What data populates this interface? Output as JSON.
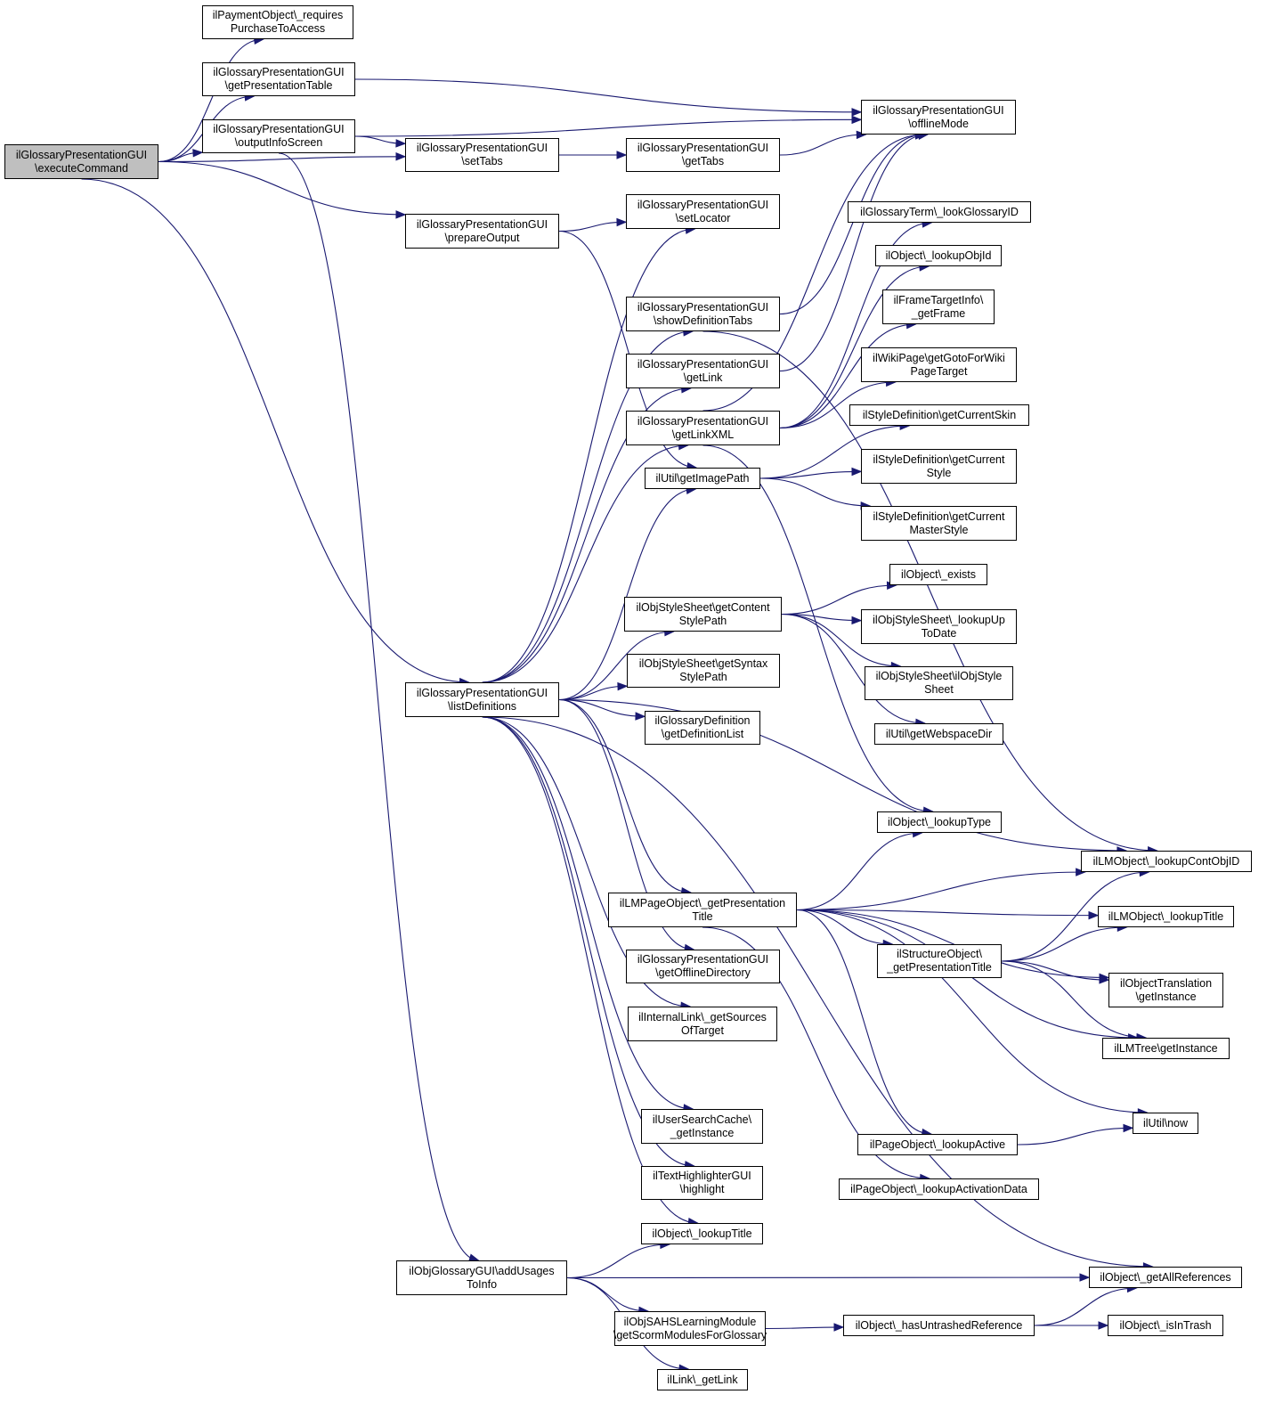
{
  "diagram": {
    "colors": {
      "edge": "#191970",
      "root_fill": "#bfbfbf",
      "node_fill": "#ffffff",
      "node_border": "#000000"
    },
    "nodes": [
      {
        "id": "n0",
        "lines": [
          "ilGlossaryPresentationGUI",
          "\\executeCommand"
        ],
        "root": true
      },
      {
        "id": "n1",
        "lines": [
          "ilPaymentObject\\_requires",
          "PurchaseToAccess"
        ]
      },
      {
        "id": "n2",
        "lines": [
          "ilGlossaryPresentationGUI",
          "\\getPresentationTable"
        ]
      },
      {
        "id": "n3",
        "lines": [
          "ilGlossaryPresentationGUI",
          "\\outputInfoScreen"
        ]
      },
      {
        "id": "n4",
        "lines": [
          "ilGlossaryPresentationGUI",
          "\\setTabs"
        ]
      },
      {
        "id": "n5",
        "lines": [
          "ilGlossaryPresentationGUI",
          "\\getTabs"
        ]
      },
      {
        "id": "n6",
        "lines": [
          "ilGlossaryPresentationGUI",
          "\\offlineMode"
        ]
      },
      {
        "id": "n7",
        "lines": [
          "ilGlossaryPresentationGUI",
          "\\prepareOutput"
        ]
      },
      {
        "id": "n8",
        "lines": [
          "ilGlossaryPresentationGUI",
          "\\setLocator"
        ]
      },
      {
        "id": "n9",
        "lines": [
          "ilGlossaryTerm\\_lookGlossaryID"
        ]
      },
      {
        "id": "n10",
        "lines": [
          "ilObject\\_lookupObjId"
        ]
      },
      {
        "id": "n11",
        "lines": [
          "ilFrameTargetInfo\\",
          "_getFrame"
        ]
      },
      {
        "id": "n12",
        "lines": [
          "ilGlossaryPresentationGUI",
          "\\showDefinitionTabs"
        ]
      },
      {
        "id": "n13",
        "lines": [
          "ilGlossaryPresentationGUI",
          "\\getLink"
        ]
      },
      {
        "id": "n14",
        "lines": [
          "ilWikiPage\\getGotoForWiki",
          "PageTarget"
        ]
      },
      {
        "id": "n15",
        "lines": [
          "ilGlossaryPresentationGUI",
          "\\getLinkXML"
        ]
      },
      {
        "id": "n16",
        "lines": [
          "ilStyleDefinition\\getCurrentSkin"
        ]
      },
      {
        "id": "n17",
        "lines": [
          "ilUtil\\getImagePath"
        ]
      },
      {
        "id": "n18",
        "lines": [
          "ilStyleDefinition\\getCurrent",
          "Style"
        ]
      },
      {
        "id": "n19",
        "lines": [
          "ilStyleDefinition\\getCurrent",
          "MasterStyle"
        ]
      },
      {
        "id": "n20",
        "lines": [
          "ilObject\\_exists"
        ]
      },
      {
        "id": "n21",
        "lines": [
          "ilObjStyleSheet\\getContent",
          "StylePath"
        ]
      },
      {
        "id": "n22",
        "lines": [
          "ilObjStyleSheet\\_lookupUp",
          "ToDate"
        ]
      },
      {
        "id": "n23",
        "lines": [
          "ilObjStyleSheet\\getSyntax",
          "StylePath"
        ]
      },
      {
        "id": "n24",
        "lines": [
          "ilObjStyleSheet\\ilObjStyle",
          "Sheet"
        ]
      },
      {
        "id": "n25",
        "lines": [
          "ilGlossaryPresentationGUI",
          "\\listDefinitions"
        ]
      },
      {
        "id": "n26",
        "lines": [
          "ilGlossaryDefinition",
          "\\getDefinitionList"
        ]
      },
      {
        "id": "n27",
        "lines": [
          "ilUtil\\getWebspaceDir"
        ]
      },
      {
        "id": "n28",
        "lines": [
          "ilObject\\_lookupType"
        ]
      },
      {
        "id": "n29",
        "lines": [
          "ilLMObject\\_lookupContObjID"
        ]
      },
      {
        "id": "n30",
        "lines": [
          "ilLMPageObject\\_getPresentation",
          "Title"
        ]
      },
      {
        "id": "n31",
        "lines": [
          "ilLMObject\\_lookupTitle"
        ]
      },
      {
        "id": "n32",
        "lines": [
          "ilStructureObject\\",
          "_getPresentationTitle"
        ]
      },
      {
        "id": "n33",
        "lines": [
          "ilGlossaryPresentationGUI",
          "\\getOfflineDirectory"
        ]
      },
      {
        "id": "n34",
        "lines": [
          "ilObjectTranslation",
          "\\getInstance"
        ]
      },
      {
        "id": "n35",
        "lines": [
          "ilInternalLink\\_getSources",
          "OfTarget"
        ]
      },
      {
        "id": "n36",
        "lines": [
          "ilLMTree\\getInstance"
        ]
      },
      {
        "id": "n37",
        "lines": [
          "ilUserSearchCache\\",
          "_getInstance"
        ]
      },
      {
        "id": "n38",
        "lines": [
          "ilUtil\\now"
        ]
      },
      {
        "id": "n39",
        "lines": [
          "ilPageObject\\_lookupActive"
        ]
      },
      {
        "id": "n40",
        "lines": [
          "ilTextHighlighterGUI",
          "\\highlight"
        ]
      },
      {
        "id": "n41",
        "lines": [
          "ilPageObject\\_lookupActivationData"
        ]
      },
      {
        "id": "n42",
        "lines": [
          "ilObject\\_lookupTitle"
        ]
      },
      {
        "id": "n43",
        "lines": [
          "ilObjGlossaryGUI\\addUsages",
          "ToInfo"
        ]
      },
      {
        "id": "n44",
        "lines": [
          "ilObject\\_getAllReferences"
        ]
      },
      {
        "id": "n45",
        "lines": [
          "ilObjSAHSLearningModule",
          "\\getScormModulesForGlossary"
        ]
      },
      {
        "id": "n46",
        "lines": [
          "ilObject\\_hasUntrashedReference"
        ]
      },
      {
        "id": "n47",
        "lines": [
          "ilObject\\_isInTrash"
        ]
      },
      {
        "id": "n48",
        "lines": [
          "ilLink\\_getLink"
        ]
      }
    ],
    "edges": [
      [
        "n0",
        "n1"
      ],
      [
        "n0",
        "n2"
      ],
      [
        "n0",
        "n3"
      ],
      [
        "n0",
        "n4"
      ],
      [
        "n0",
        "n7"
      ],
      [
        "n0",
        "n25"
      ],
      [
        "n2",
        "n6"
      ],
      [
        "n3",
        "n6"
      ],
      [
        "n3",
        "n4"
      ],
      [
        "n3",
        "n43"
      ],
      [
        "n4",
        "n5"
      ],
      [
        "n5",
        "n6"
      ],
      [
        "n7",
        "n8"
      ],
      [
        "n7",
        "n17"
      ],
      [
        "n12",
        "n6"
      ],
      [
        "n12",
        "n29"
      ],
      [
        "n13",
        "n6"
      ],
      [
        "n15",
        "n6"
      ],
      [
        "n15",
        "n9"
      ],
      [
        "n15",
        "n10"
      ],
      [
        "n15",
        "n11"
      ],
      [
        "n15",
        "n14"
      ],
      [
        "n15",
        "n28"
      ],
      [
        "n17",
        "n16"
      ],
      [
        "n17",
        "n18"
      ],
      [
        "n17",
        "n19"
      ],
      [
        "n21",
        "n20"
      ],
      [
        "n21",
        "n22"
      ],
      [
        "n21",
        "n24"
      ],
      [
        "n21",
        "n27"
      ],
      [
        "n25",
        "n8"
      ],
      [
        "n25",
        "n12"
      ],
      [
        "n25",
        "n13"
      ],
      [
        "n25",
        "n15"
      ],
      [
        "n25",
        "n17"
      ],
      [
        "n25",
        "n21"
      ],
      [
        "n25",
        "n23"
      ],
      [
        "n25",
        "n26"
      ],
      [
        "n25",
        "n29"
      ],
      [
        "n25",
        "n30"
      ],
      [
        "n25",
        "n33"
      ],
      [
        "n25",
        "n35"
      ],
      [
        "n25",
        "n37"
      ],
      [
        "n25",
        "n40"
      ],
      [
        "n25",
        "n42"
      ],
      [
        "n25",
        "n44"
      ],
      [
        "n30",
        "n28"
      ],
      [
        "n30",
        "n29"
      ],
      [
        "n30",
        "n31"
      ],
      [
        "n30",
        "n32"
      ],
      [
        "n30",
        "n34"
      ],
      [
        "n30",
        "n36"
      ],
      [
        "n30",
        "n38"
      ],
      [
        "n30",
        "n39"
      ],
      [
        "n30",
        "n41"
      ],
      [
        "n32",
        "n29"
      ],
      [
        "n32",
        "n31"
      ],
      [
        "n32",
        "n34"
      ],
      [
        "n32",
        "n36"
      ],
      [
        "n39",
        "n38"
      ],
      [
        "n43",
        "n42"
      ],
      [
        "n43",
        "n44"
      ],
      [
        "n43",
        "n45"
      ],
      [
        "n43",
        "n48"
      ],
      [
        "n45",
        "n46"
      ],
      [
        "n46",
        "n44"
      ],
      [
        "n46",
        "n47"
      ]
    ]
  }
}
